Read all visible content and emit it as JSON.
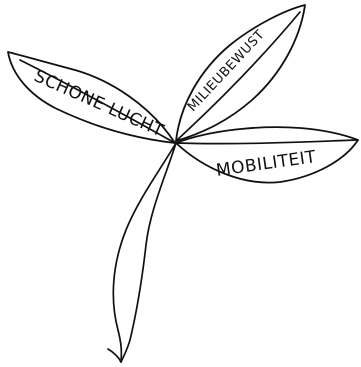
{
  "illustration": {
    "subject": "sprout-drawing",
    "ink_color": "#111111",
    "background_color": "#ffffff",
    "leaves": [
      {
        "id": "left",
        "label": "SCHONE LUCHT"
      },
      {
        "id": "top",
        "label": "MILIEUBEWUST"
      },
      {
        "id": "right",
        "label": "MOBILITEIT"
      }
    ]
  }
}
